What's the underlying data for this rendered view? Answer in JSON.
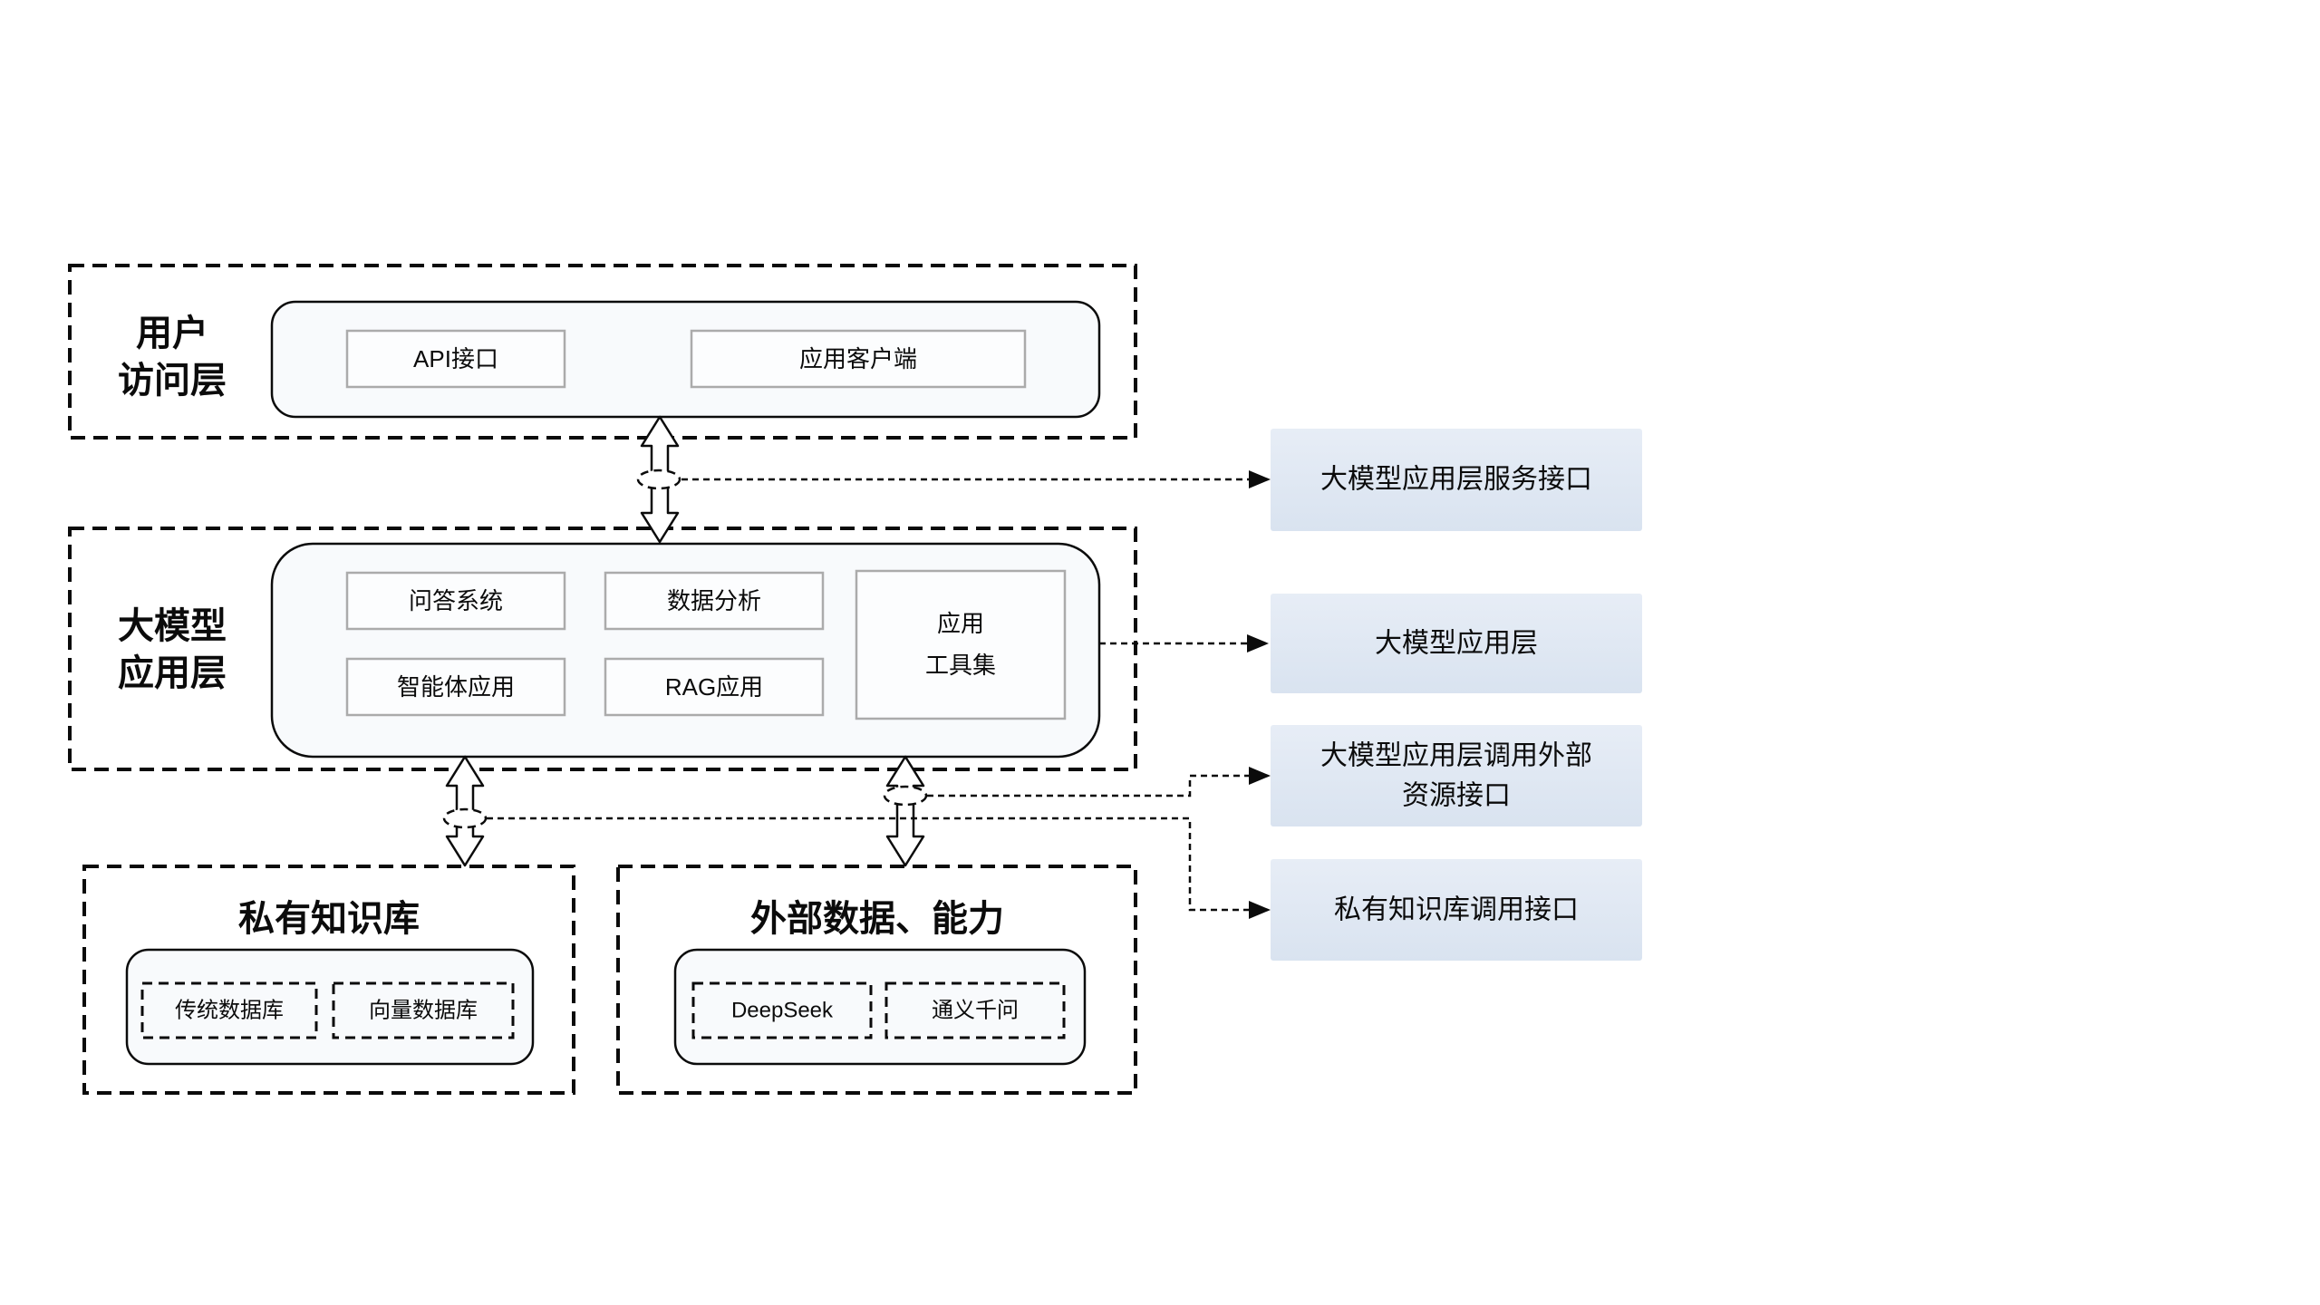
{
  "layers": {
    "user_access": {
      "title_lines": [
        "用户",
        "访问层"
      ],
      "api": "API接口",
      "client": "应用客户端"
    },
    "llm_app": {
      "title_lines": [
        "大模型",
        "应用层"
      ],
      "qa": "问答系统",
      "analysis": "数据分析",
      "agent": "智能体应用",
      "rag": "RAG应用",
      "toolset_lines": [
        "应用",
        "工具集"
      ]
    },
    "private_kb": {
      "title": "私有知识库",
      "db_traditional": "传统数据库",
      "db_vector": "向量数据库"
    },
    "external": {
      "title": "外部数据、能力",
      "deepseek": "DeepSeek",
      "qwen": "通义千问"
    }
  },
  "callouts": {
    "service_interface": "大模型应用层服务接口",
    "app_layer": "大模型应用层",
    "external_resource_lines": [
      "大模型应用层调用外部",
      "资源接口"
    ],
    "private_kb_interface": "私有知识库调用接口"
  },
  "colors": {
    "callout-top": "#e7edf6",
    "callout-bottom": "#d9e3f0",
    "panel-fill": "#f8fafc",
    "line": "#0b0b0b",
    "gray-border": "#ababab"
  }
}
